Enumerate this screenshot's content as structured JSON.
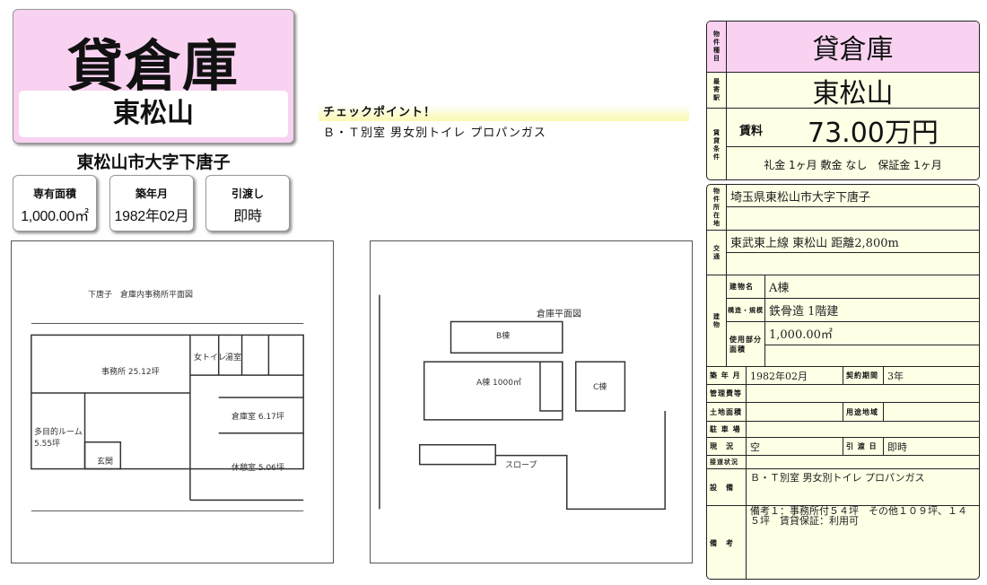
{
  "header": {
    "title": "貸倉庫",
    "station": "東松山",
    "address": "東松山市大字下唐子"
  },
  "cards": [
    {
      "label": "専有面積",
      "value": "1,000.00㎡"
    },
    {
      "label": "築年月",
      "value": "1982年02月"
    },
    {
      "label": "引渡し",
      "value": "即時"
    }
  ],
  "checkpoint": {
    "heading": "チェックポイント！",
    "text": "Ｂ・Ｔ別室 男女別トイレ プロパンガス"
  },
  "plans": [
    {
      "title": "下唐子　倉庫内事務所平面図",
      "labels": [
        "事務所 25.12坪",
        "多目的ルーム 5.55坪",
        "玄関",
        "女トイレ",
        "湯室",
        "倉庫室 6.17坪",
        "休憩室 5.06坪"
      ]
    },
    {
      "title": "倉庫平面図",
      "labels": [
        "A棟 1000㎡",
        "B棟",
        "C棟",
        "スロープ"
      ]
    }
  ],
  "panel": {
    "type_label": "物件種目",
    "type": "貸倉庫",
    "station_label": "最寄駅",
    "station": "東松山",
    "terms_label": "賃貸条件",
    "rent_label": "賃料",
    "rent": "73.00万円",
    "conditions": "礼金 1ヶ月 敷金 なし　保証金 1ヶ月",
    "location_label": "物件所在地",
    "location": "埼玉県東松山市大字下唐子",
    "transport_label": "交通",
    "transport": "東武東上線 東松山 距離2,800m",
    "building_label": "建物",
    "building_name_label": "建物名",
    "building_name": "A棟",
    "structure_label": "構造・規模",
    "structure": "鉄骨造 1階建",
    "area_label": "使用部分面積",
    "area": "1,000.00㎡",
    "built_label": "築 年 月",
    "built": "1982年02月",
    "contract_label": "契約期間",
    "contract": "3年",
    "mgmt_label": "管理費等",
    "land_label": "土地面積",
    "zoning_label": "用途地域",
    "parking_label": "駐 車 場",
    "status_label": "現　況",
    "status": "空",
    "handover_label": "引 渡 日",
    "handover": "即時",
    "road_label": "接道状況",
    "equip_label": "設　備",
    "equip": "Ｂ・Ｔ別室 男女別トイレ プロパンガス",
    "remarks_label": "備　考",
    "remarks": "備考１：事務所付５４坪　その他１０９坪、１４５坪　賃貸保証：利用可"
  }
}
